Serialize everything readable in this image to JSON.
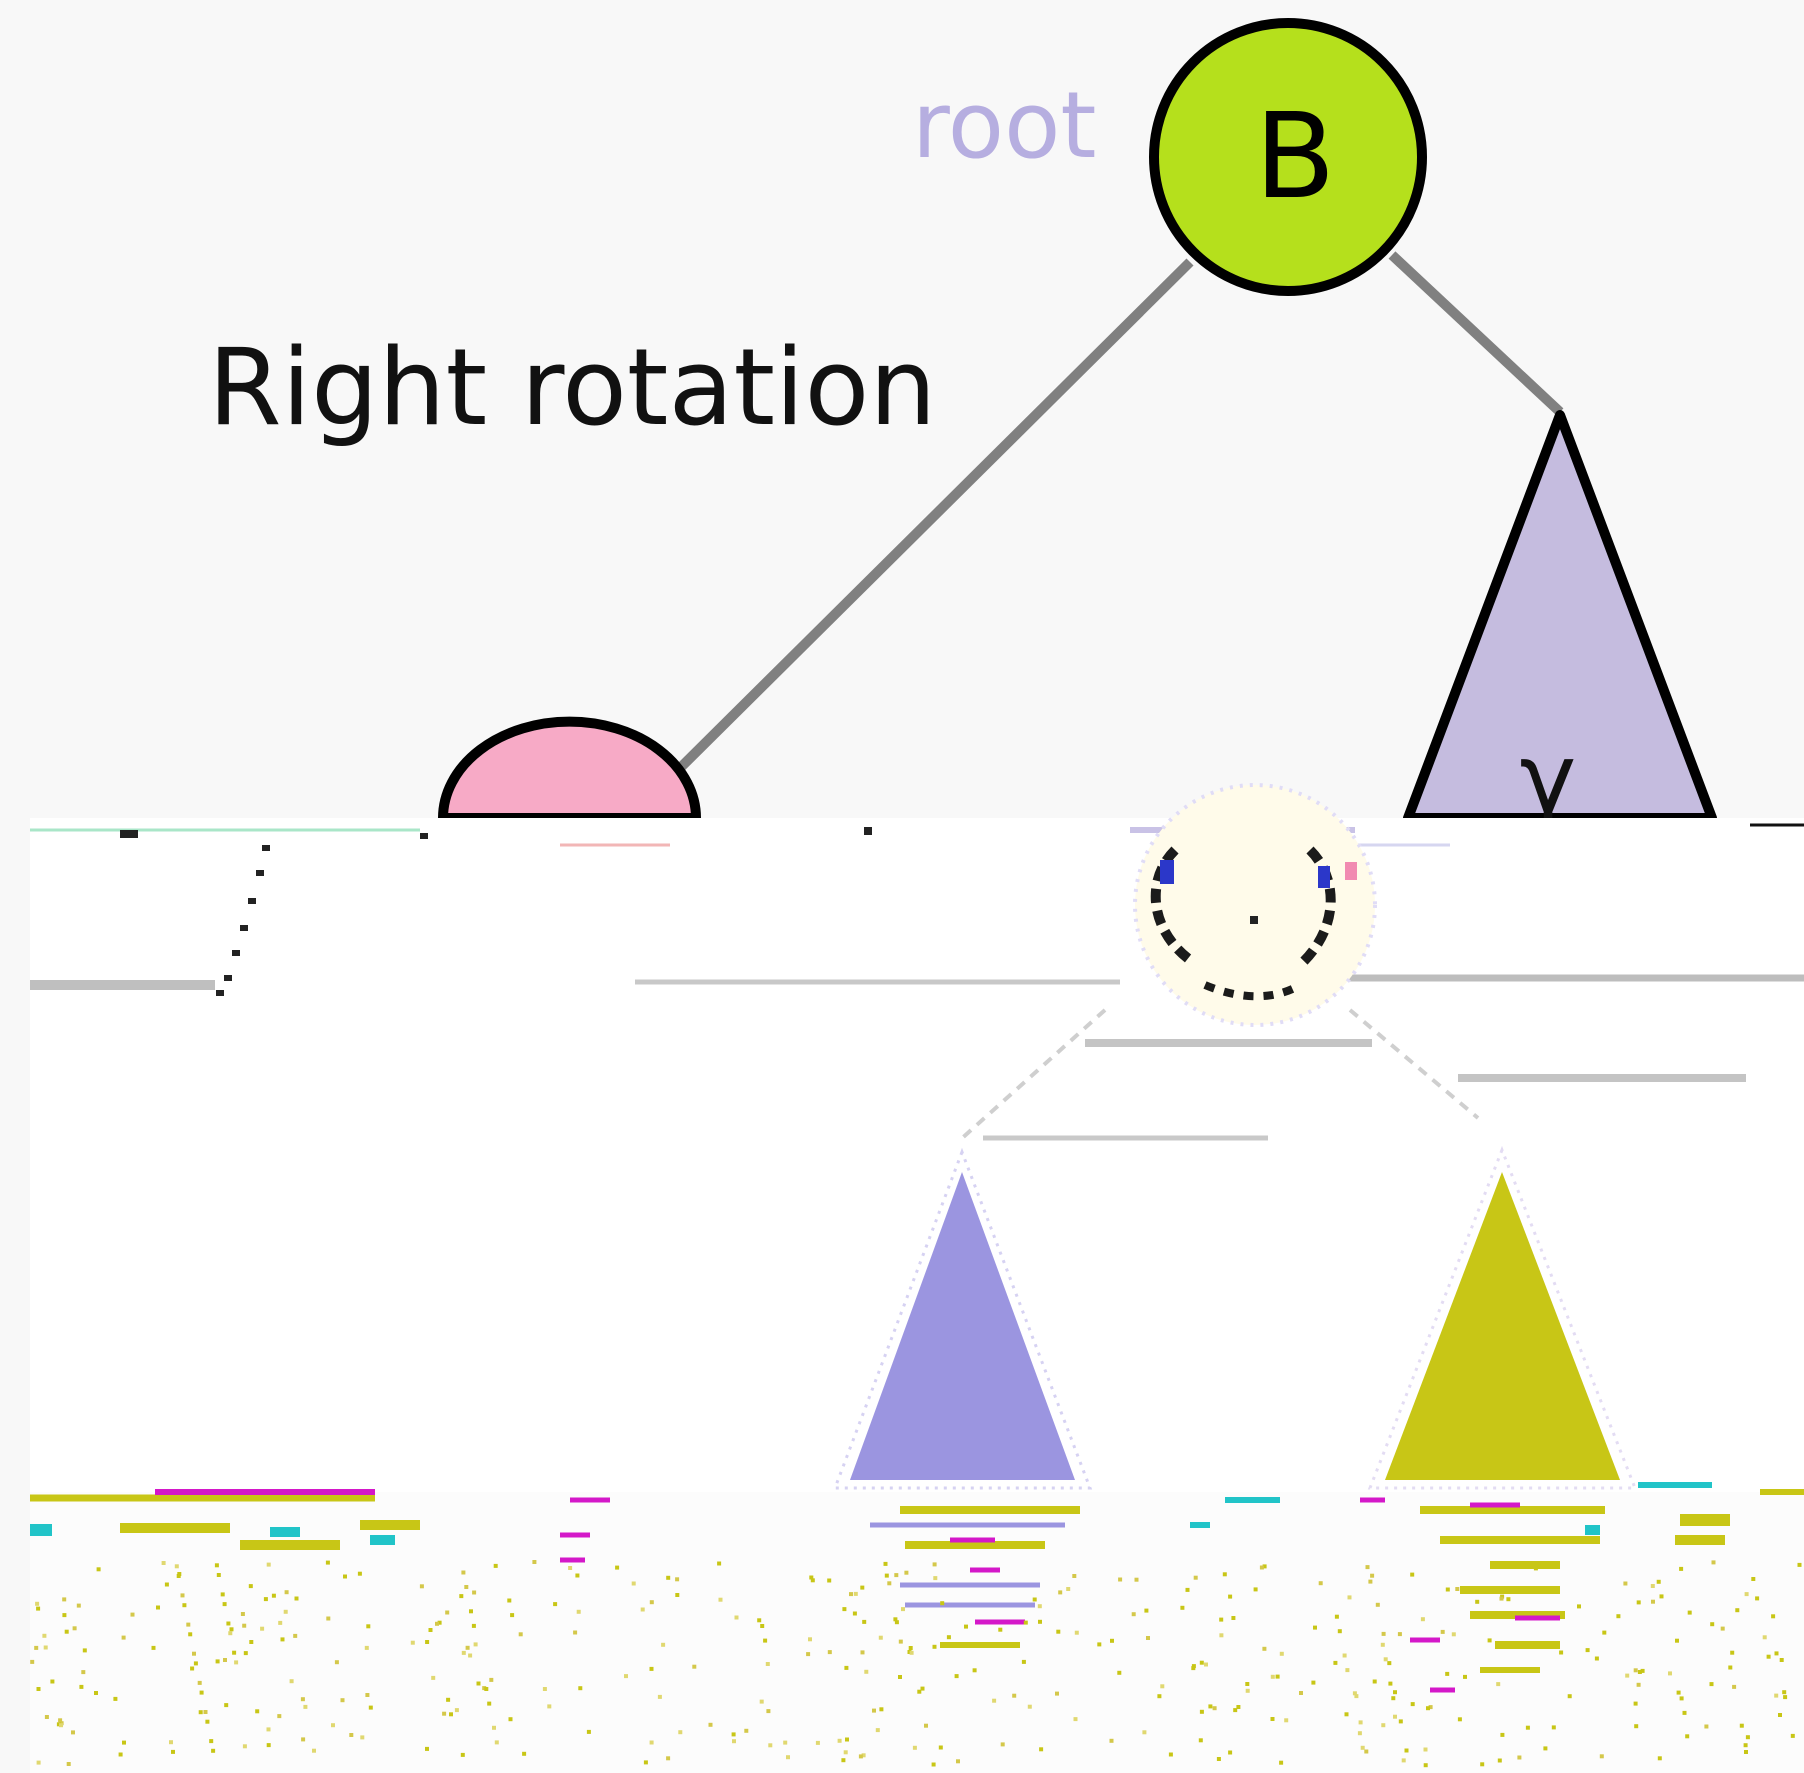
{
  "diagram": {
    "title": "Right rotation",
    "root_label": "root",
    "root_node": {
      "letter": "B",
      "color": "#b5e01c"
    },
    "left_node": {
      "color": "#f7aac6"
    },
    "right_subtree": {
      "letter": "γ",
      "color": "#c5bcdf"
    },
    "lower_left_subtree": {
      "color": "#9b95e0"
    },
    "lower_right_subtree": {
      "color": "#c8c616"
    },
    "edge_color": "#808080",
    "root_label_color": "#b6aee0",
    "background_color": "#f8f8f8"
  }
}
